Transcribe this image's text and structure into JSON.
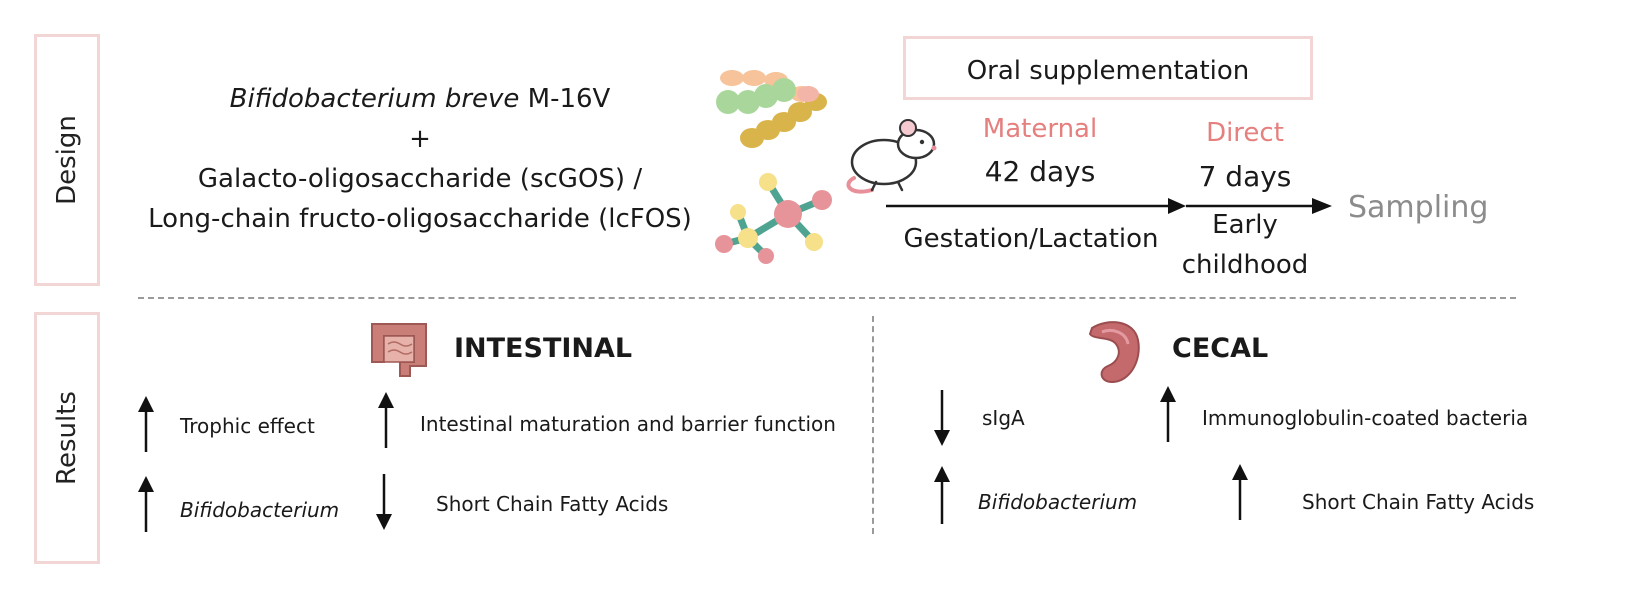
{
  "design": {
    "label": "Design",
    "species": "Bifidobacterium breve",
    "strain": " M-16V",
    "plus": "+",
    "prebiotic_line1": "Galacto-oligosaccharide (scGOS) /",
    "prebiotic_line2": "Long-chain fructo-oligosaccharide (lcFOS)"
  },
  "timeline": {
    "box_label": "Oral supplementation",
    "maternal_label": "Maternal",
    "maternal_days": "42 days",
    "maternal_period": "Gestation/Lactation",
    "direct_label": "Direct",
    "direct_days": "7 days",
    "direct_period_line1": "Early",
    "direct_period_line2": "childhood",
    "end_label": "Sampling"
  },
  "results": {
    "label": "Results",
    "intestinal": {
      "title": "INTESTINAL",
      "items": [
        {
          "text": "Trophic effect",
          "direction": "up"
        },
        {
          "text": "Intestinal maturation and barrier function",
          "direction": "up"
        },
        {
          "text": "Bifidobacterium",
          "direction": "up"
        },
        {
          "text": "Short Chain Fatty Acids",
          "direction": "down"
        }
      ]
    },
    "cecal": {
      "title": "CECAL",
      "items": [
        {
          "text": "sIgA",
          "direction": "down"
        },
        {
          "text": "Immunoglobulin-coated bacteria",
          "direction": "up"
        },
        {
          "text": "Bifidobacterium",
          "direction": "up"
        },
        {
          "text": "Short Chain Fatty Acids",
          "direction": "up"
        }
      ]
    }
  },
  "colors": {
    "accent_pink": "#e5807f",
    "box_border": "#f2d6d6",
    "sampling_gray": "#8c8c8c"
  }
}
